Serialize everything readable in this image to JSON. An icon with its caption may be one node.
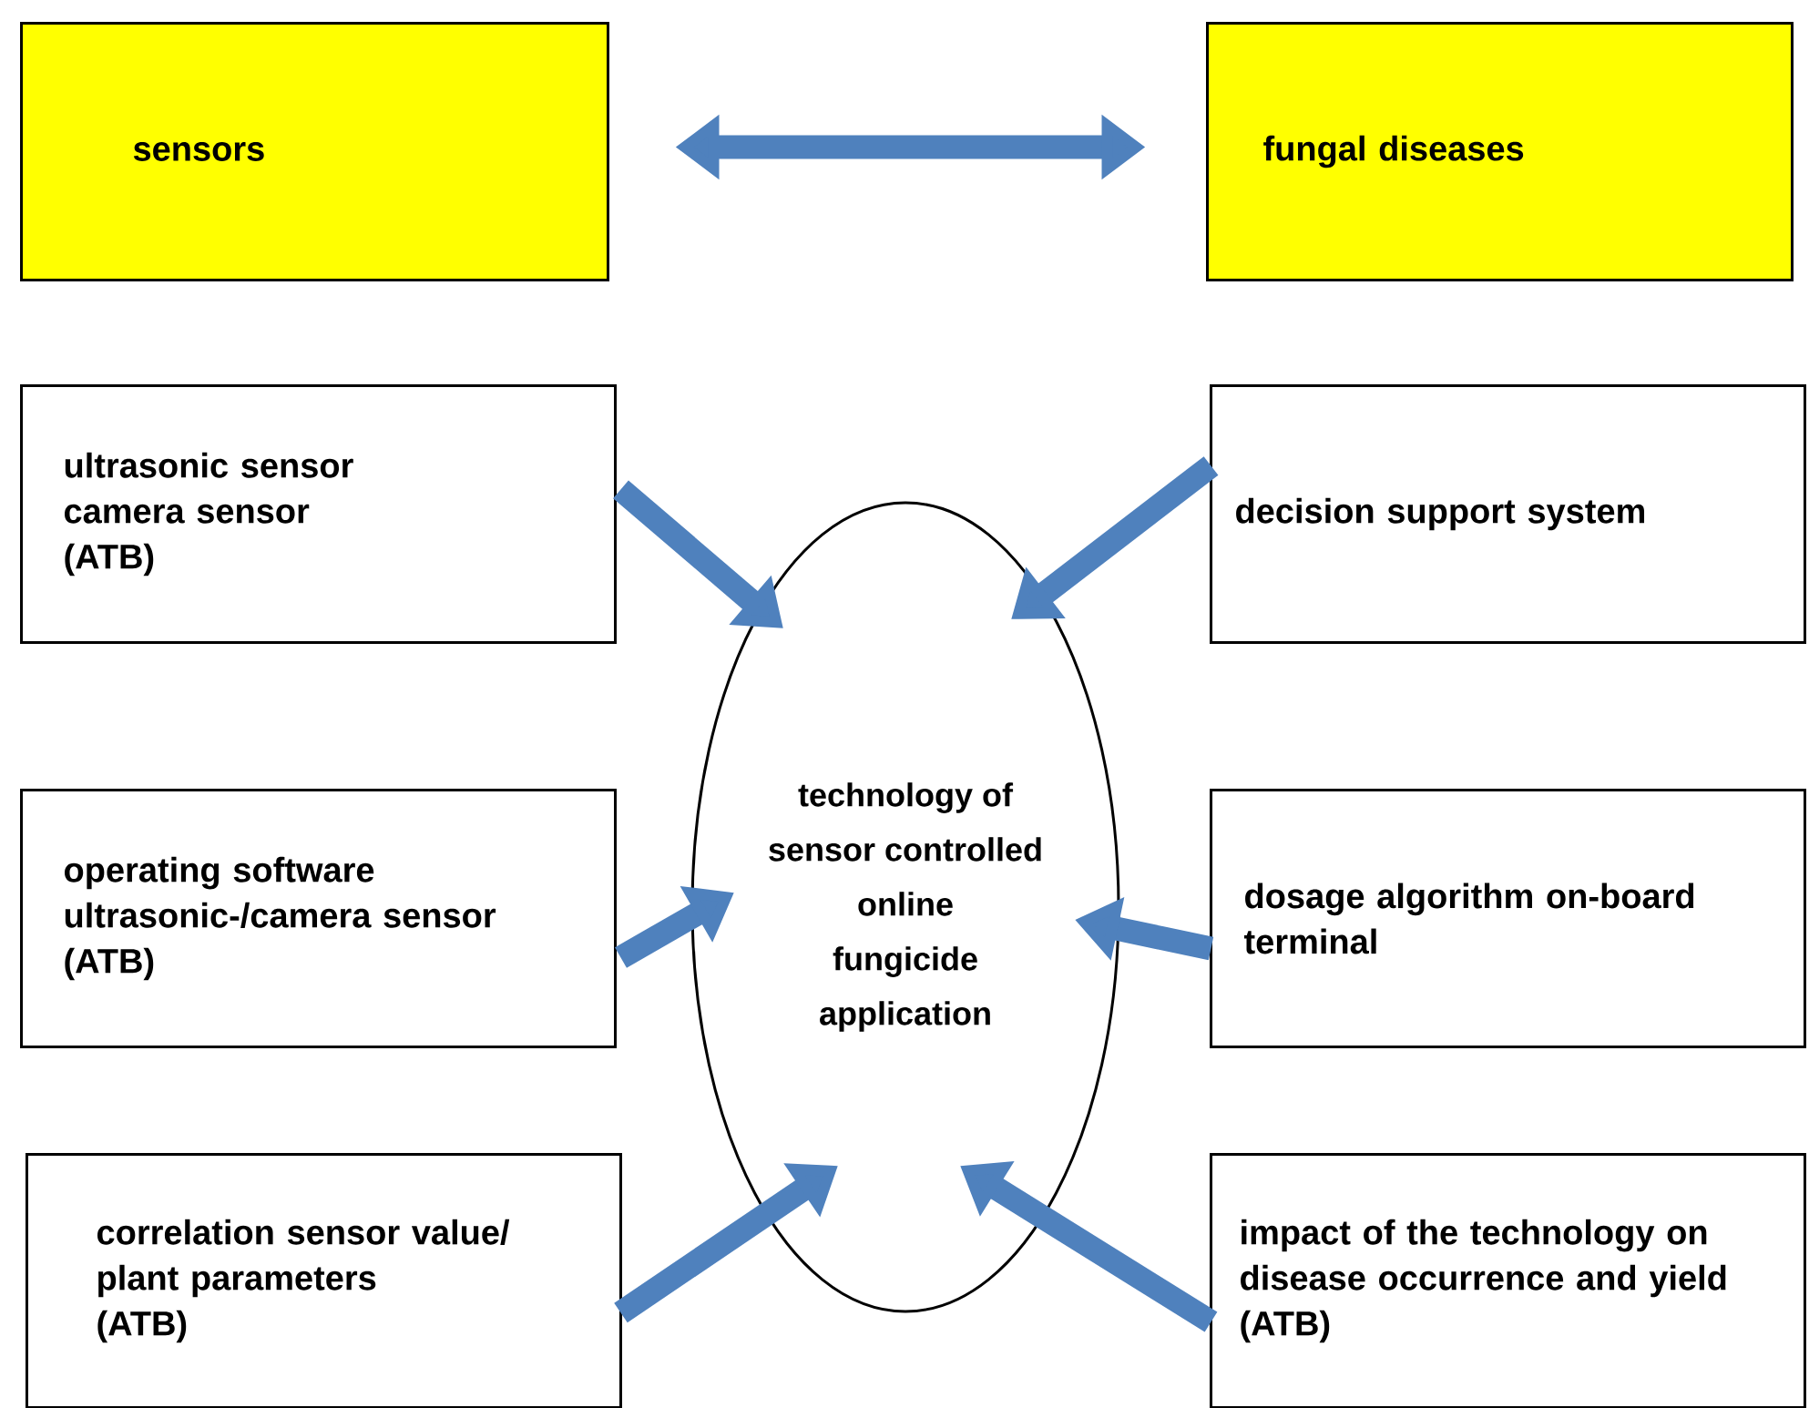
{
  "diagram": {
    "nodes": [
      {
        "text": [
          "sensors"
        ]
      },
      {
        "text": [
          "fungal diseases"
        ]
      },
      {
        "text": [
          "ultrasonic sensor",
          "camera sensor",
          "(ATB)"
        ]
      },
      {
        "text": [
          "decision support system"
        ]
      },
      {
        "text": [
          "operating software",
          "ultrasonic-/camera sensor",
          "(ATB)"
        ]
      },
      {
        "text": [
          "dosage algorithm on-board terminal"
        ]
      },
      {
        "text": [
          "correlation sensor value/ plant parameters",
          "(ATB)"
        ]
      },
      {
        "text": [
          "impact of the technology on disease occurrence and yield",
          "(ATB)"
        ]
      },
      {
        "text": [
          "technology of",
          "sensor controlled",
          "online",
          "fungicide",
          "application"
        ]
      }
    ],
    "edges": [
      {
        "from": 0,
        "to": 1,
        "arrow": "both"
      },
      {
        "from": 2,
        "to": 8,
        "arrow": "to"
      },
      {
        "from": 3,
        "to": 8,
        "arrow": "to"
      },
      {
        "from": 4,
        "to": 8,
        "arrow": "to"
      },
      {
        "from": 5,
        "to": 8,
        "arrow": "to"
      },
      {
        "from": 6,
        "to": 8,
        "arrow": "to"
      },
      {
        "from": 7,
        "to": 8,
        "arrow": "to"
      }
    ]
  }
}
